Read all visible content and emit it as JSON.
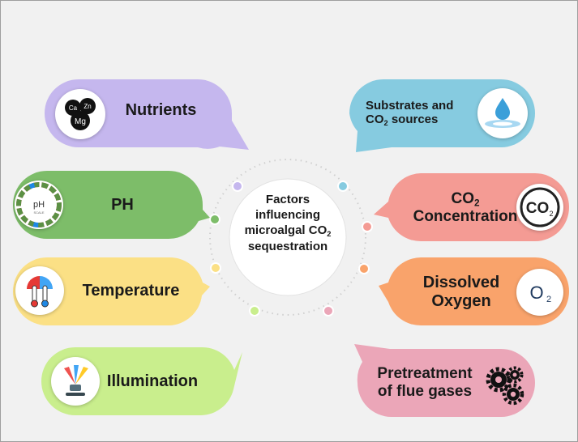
{
  "center": {
    "line1": "Factors",
    "line2": "influencing",
    "line3a": "microalgal CO",
    "line3sub": "2",
    "line4": "sequestration"
  },
  "factors": {
    "nutrients": {
      "label": "Nutrients",
      "color": "#c5b7ee",
      "icon_text": [
        "Ca",
        "Zn",
        "Mg"
      ]
    },
    "ph": {
      "label": "PH",
      "color": "#7dbd69",
      "icon_text": [
        "pH",
        "SCALE"
      ]
    },
    "temperature": {
      "label": "Temperature",
      "color": "#fbe085"
    },
    "illumination": {
      "label": "Illumination",
      "color": "#c9ee8d"
    },
    "substrates": {
      "line1": "Substrates and",
      "line2a": "CO",
      "line2sub": "2",
      "line2b": " sources",
      "color": "#86cbe0"
    },
    "co2": {
      "line1a": "CO",
      "line1sub": "2",
      "line2": "Concentration",
      "color": "#f49b94",
      "icon_text": "CO",
      "icon_sub": "2"
    },
    "oxygen": {
      "line1": "Dissolved",
      "line2": "Oxygen",
      "color": "#f9a36b",
      "icon_text": "O",
      "icon_sub": "2"
    },
    "flue": {
      "line1": "Pretreatment",
      "line2": "of flue gases",
      "color": "#eba6b8"
    }
  },
  "dot_colors": [
    "#c5b7ee",
    "#86cbe0",
    "#7dbd69",
    "#f49b94",
    "#fbe085",
    "#f9a36b",
    "#c9ee8d",
    "#eba6b8"
  ]
}
